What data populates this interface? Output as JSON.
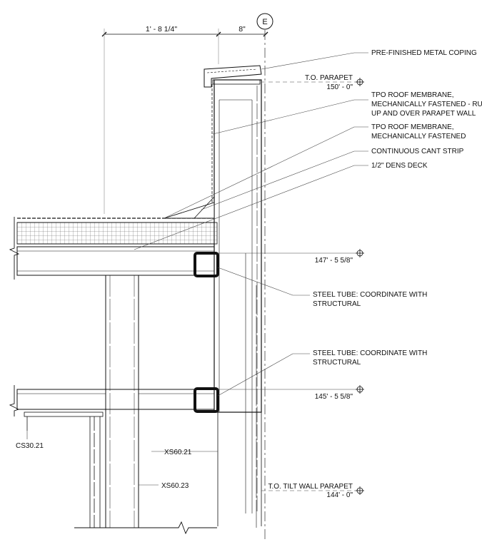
{
  "grid": {
    "bubble": "E"
  },
  "dimensions": {
    "overhang": "1' - 8 1/4\"",
    "wall_thickness": "8\""
  },
  "notes": [
    "PRE-FINISHED METAL COPING",
    "TPO ROOF MEMBRANE,",
    "MECHANICALLY FASTENED - RUN",
    "UP AND OVER PARAPET WALL",
    "TPO ROOF MEMBRANE,",
    "MECHANICALLY FASTENED",
    "CONTINUOUS CANT STRIP",
    "1/2\" DENS DECK",
    "STEEL TUBE: COORDINATE WITH",
    "STRUCTURAL",
    "STEEL TUBE: COORDINATE WITH",
    "STRUCTURAL"
  ],
  "elevations": [
    {
      "label": "T.O. PARAPET",
      "value": "150' - 0\""
    },
    {
      "label": "",
      "value": "147' - 5 5/8\""
    },
    {
      "label": "",
      "value": "145' - 5 5/8\""
    },
    {
      "label": "T.O. TILT WALL PARAPET",
      "value": "144' - 0\""
    }
  ],
  "references": [
    "CS30.21",
    "XS60.21",
    "XS60.23"
  ]
}
